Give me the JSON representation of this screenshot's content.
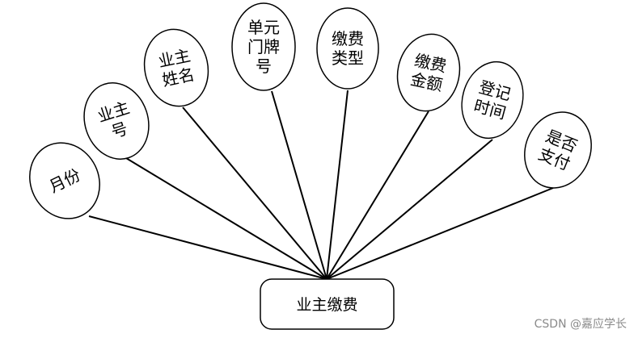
{
  "diagram": {
    "entity": {
      "label": "业主缴费"
    },
    "attributes": [
      {
        "lines": [
          "月份"
        ]
      },
      {
        "lines": [
          "业主",
          "号"
        ]
      },
      {
        "lines": [
          "业主",
          "姓名"
        ]
      },
      {
        "lines": [
          "单元",
          "门牌",
          "号"
        ]
      },
      {
        "lines": [
          "缴费",
          "类型"
        ]
      },
      {
        "lines": [
          "缴费",
          "金额"
        ]
      },
      {
        "lines": [
          "登记",
          "时间"
        ]
      },
      {
        "lines": [
          "是否",
          "支付"
        ]
      }
    ]
  },
  "watermark": "CSDN @嘉应学长"
}
